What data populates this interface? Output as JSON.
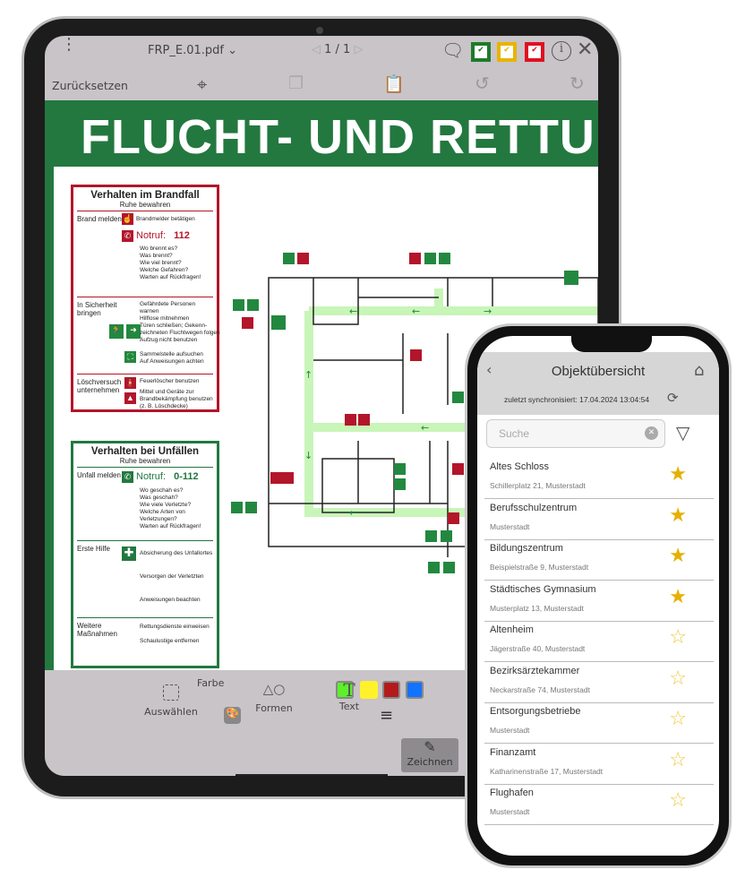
{
  "tablet": {
    "toolbar": {
      "filename": "FRP_E.01.pdf",
      "page": "1 / 1",
      "reset": "Zurücksetzen",
      "status_colors": [
        "#1f7a2a",
        "#e8b400",
        "#e01020"
      ]
    },
    "document": {
      "title": "FLUCHT- UND RETTU",
      "fire": {
        "title": "Verhalten im Brandfall",
        "subtitle": "Ruhe bewahren",
        "s1_label": "Brand melden",
        "s1_a": "Brandmelder betätigen",
        "s1_notruf": "Notruf:",
        "s1_num": "112",
        "s1_q": [
          "Wo brennt es?",
          "Was brennt?",
          "Wie viel brennt?",
          "Welche Gefahren?",
          "Warten auf Rückfragen!"
        ],
        "s2_label": "In Sicherheit bringen",
        "s2_a": "Gefährdete Personen warnen",
        "s2_b": "Hilflose mitnehmen",
        "s2_c": "Türen schließen; Gekenn-zeichneten Fluchtwegen folgen",
        "s2_d": "Aufzug nicht benutzen",
        "s2_e": "Sammelstelle aufsuchen",
        "s2_f": "Auf Anweisungen achten",
        "s3_label": "Löschversuch unternehmen",
        "s3_a": "Feuerlöscher benutzen",
        "s3_b": "Mittel und Geräte zur Brandbekämpfung benutzen (z. B. Löschdecke)"
      },
      "accident": {
        "title": "Verhalten bei Unfällen",
        "subtitle": "Ruhe bewahren",
        "s1_label": "Unfall melden",
        "s1_notruf": "Notruf:",
        "s1_num": "0-112",
        "s1_q": [
          "Wo geschah es?",
          "Was geschah?",
          "Wie viele Verletzte?",
          "Welche Arten von Verletzungen?",
          "Warten auf Rückfragen!"
        ],
        "s2_label": "Erste Hilfe",
        "s2_a": "Absicherung des Unfallortes",
        "s2_b": "Versorgen der Verletzten",
        "s2_c": "Anweisungen beachten",
        "s3_label": "Weitere Maßnahmen",
        "s3_a": "Rettungsdienste einweisen",
        "s3_b": "Schaulustige entfernen"
      }
    },
    "bottom": {
      "color_label": "Farbe",
      "colors": [
        "#5cf02a",
        "#fff22a",
        "#b31b1b",
        "#1173ff"
      ],
      "tools": [
        "Auswählen",
        "Formen",
        "Text",
        "Zeichnen"
      ]
    }
  },
  "phone": {
    "title": "Objektübersicht",
    "sync": "zuletzt synchronisiert: 17.04.2024 13:04:54",
    "search_placeholder": "Suche",
    "items": [
      {
        "name": "Altes Schloss",
        "address": "Schillerplatz 21, Musterstadt",
        "favorite": true
      },
      {
        "name": "Berufsschulzentrum",
        "address": "Musterstadt",
        "favorite": true
      },
      {
        "name": "Bildungszentrum",
        "address": "Beispielstraße 9, Musterstadt",
        "favorite": true
      },
      {
        "name": "Städtisches Gymnasium",
        "address": "Musterplatz 13, Musterstadt",
        "favorite": true
      },
      {
        "name": "Altenheim",
        "address": "Jägerstraße 40, Musterstadt",
        "favorite": false
      },
      {
        "name": "Bezirksärztekammer",
        "address": "Neckarstraße 74, Musterstadt",
        "favorite": false
      },
      {
        "name": "Entsorgungsbetriebe",
        "address": "Musterstadt",
        "favorite": false
      },
      {
        "name": "Finanzamt",
        "address": "Katharinenstraße 17, Musterstadt",
        "favorite": false
      },
      {
        "name": "Flughafen",
        "address": "Musterstadt",
        "favorite": false
      }
    ]
  }
}
